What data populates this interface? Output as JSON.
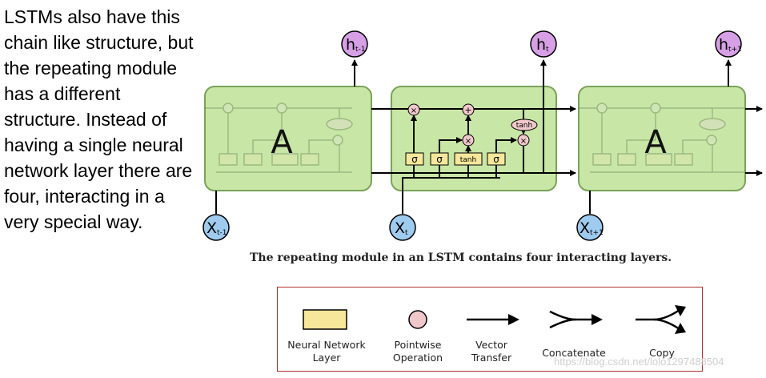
{
  "description": "LSTMs also have this chain like structure, but the repeating module has a different structure. Instead of having a single neural network layer there are four, interacting in a very special way.",
  "diagram": {
    "cell_left_label": "A",
    "cell_right_label": "A",
    "gate_label": "σ",
    "tanh_label": "tanh",
    "multiply_label": "×",
    "add_label": "+",
    "outputs": [
      {
        "base": "h",
        "sub": "t-1"
      },
      {
        "base": "h",
        "sub": "t"
      },
      {
        "base": "h",
        "sub": "t+1"
      }
    ],
    "inputs": [
      {
        "base": "X",
        "sub": "t-1"
      },
      {
        "base": "X",
        "sub": "t"
      },
      {
        "base": "X",
        "sub": "t+1"
      }
    ],
    "colors": {
      "cell_fill": "#c8e6a6",
      "cell_stroke": "#7aa35a",
      "layer_fill": "#f6e79a",
      "pointwise_fill": "#f0c8cc",
      "output_fill": "#d7a0e6",
      "input_fill": "#9fcbef"
    }
  },
  "caption": "The repeating module in an LSTM contains four interacting layers.",
  "legend": {
    "items": [
      {
        "label": "Neural Network Layer",
        "icon": "neural-network-layer-icon"
      },
      {
        "label": "Pointwise Operation",
        "icon": "pointwise-operation-icon"
      },
      {
        "label": "Vector Transfer",
        "icon": "vector-transfer-arrow-icon"
      },
      {
        "label": "Concatenate",
        "icon": "concatenate-icon"
      },
      {
        "label": "Copy",
        "icon": "copy-icon"
      }
    ]
  },
  "watermark": "https://blog.csdn.net/lolo1297488504"
}
